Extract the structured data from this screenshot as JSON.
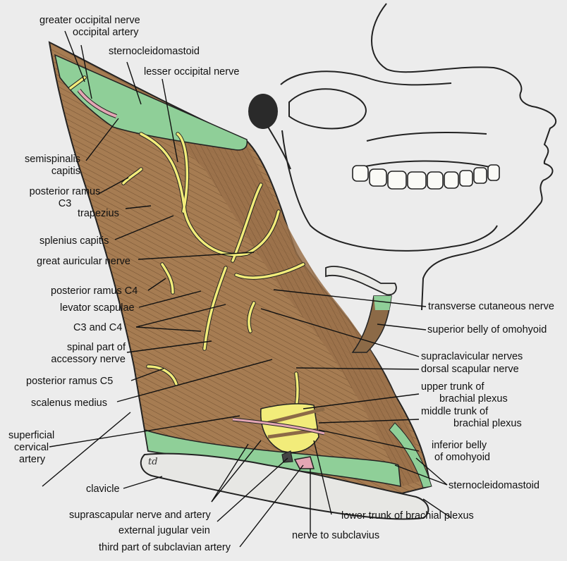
{
  "colors": {
    "background": "#ececec",
    "muscle": "#a67c52",
    "muscle_light": "#b88e62",
    "fascia_green": "#8fcf98",
    "nerve_yellow": "#f2ec7a",
    "artery_pink": "#e3a6b4",
    "bone": "#e7e7e4",
    "line": "#111111"
  },
  "labels": {
    "greater_occipital_nerve": "greater occipital nerve",
    "occipital_artery": "occipital artery",
    "sternocleidomastoid_top": "sternocleidomastoid",
    "lesser_occipital_nerve": "lesser occipital nerve",
    "semispinalis_capitis_1": "semispinalis",
    "semispinalis_capitis_2": "capitis",
    "posterior_ramus_c3_1": "posterior ramus",
    "posterior_ramus_c3_2": "C3",
    "trapezius": "trapezius",
    "splenius_capitis": "splenius capitis",
    "great_auricular_nerve": "great auricular nerve",
    "posterior_ramus_c4": "posterior ramus C4",
    "levator_scapulae": "levator scapulae",
    "c3_and_c4": "C3 and C4",
    "spinal_accessory_1": "spinal part of",
    "spinal_accessory_2": "accessory nerve",
    "posterior_ramus_c5": "posterior ramus C5",
    "scalenus_medius": "scalenus medius",
    "superficial_cervical_artery_1": "superficial",
    "superficial_cervical_artery_2": "cervical",
    "superficial_cervical_artery_3": "artery",
    "clavicle": "clavicle",
    "suprascapular": "suprascapular nerve and artery",
    "external_jugular_vein": "external jugular vein",
    "third_part_subclavian": "third part of subclavian artery",
    "transverse_cutaneous_nerve": "transverse cutaneous nerve",
    "superior_belly_omohyoid": "superior belly of omohyoid",
    "supraclavicular_nerves": "supraclavicular nerves",
    "dorsal_scapular_nerve": "dorsal scapular nerve",
    "upper_trunk_1": "upper trunk of",
    "upper_trunk_2": "brachial plexus",
    "middle_trunk_1": "middle trunk of",
    "middle_trunk_2": "brachial plexus",
    "inferior_belly_1": "inferior belly",
    "inferior_belly_2": "of omohyoid",
    "sternocleidomastoid_bottom": "sternocleidomastoid",
    "lower_trunk": "lower trunk  of brachial plexus",
    "nerve_to_subclavius": "nerve to subclavius",
    "artist_mark": "td"
  }
}
